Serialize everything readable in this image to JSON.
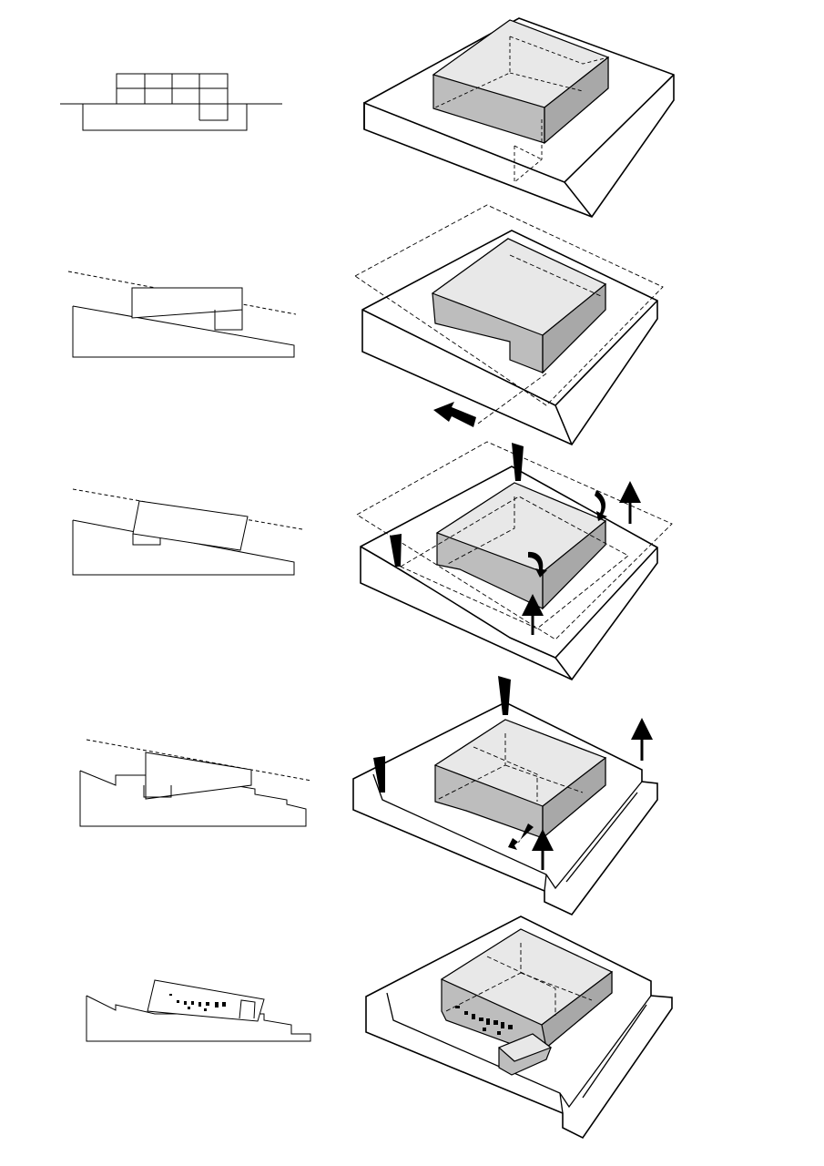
{
  "diagram": {
    "steps": [
      {
        "id": 1,
        "section": "stacked-boxes-flat-ground",
        "massing": "box-on-flat-plinth"
      },
      {
        "id": 2,
        "section": "box-on-sloped-ground",
        "massing": "box-on-sloped-plinth",
        "arrow": "shift-left"
      },
      {
        "id": 3,
        "section": "tilted-box-on-slope",
        "massing": "tilted-box-with-push-arrows"
      },
      {
        "id": 4,
        "section": "tilted-box-on-terraces",
        "massing": "tilted-box-on-terraced-site"
      },
      {
        "id": 5,
        "section": "final-building-with-windows",
        "massing": "final-building-with-entrance"
      }
    ],
    "colors": {
      "line": "#000000",
      "box_top": "#e8e8e8",
      "box_side": "#bdbdbd",
      "box_side_dark": "#a8a8a8",
      "ground": "#ffffff",
      "arrow": "#000000"
    }
  }
}
